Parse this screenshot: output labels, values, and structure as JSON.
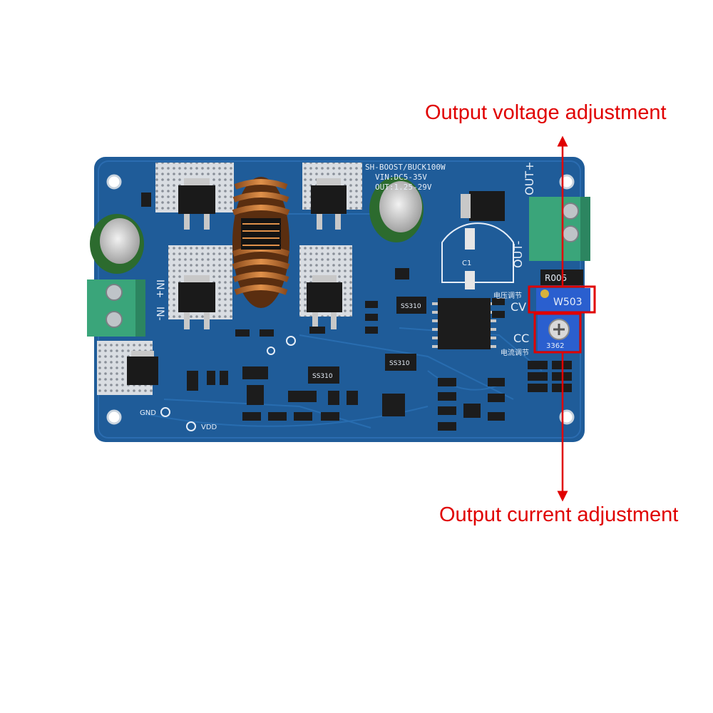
{
  "annotations": {
    "voltage_label": "Output voltage adjustment",
    "current_label": "Output current adjustment",
    "color": "#e00000"
  },
  "board": {
    "model": "SH-BOOST/BUCK100W",
    "vin": "VIN:DC5-35V",
    "vout": "OUT:1.25-29V",
    "in_plus": "IN+",
    "in_minus": "IN-",
    "out_plus": "OUT+",
    "out_minus": "OUT-",
    "cv": "CV",
    "cc": "CC",
    "cv_cn": "电压调节",
    "cc_cn": "电流调节",
    "pot_voltage": "W503",
    "pot_current": "3362",
    "shunt": "R005",
    "diode_1": "SS310",
    "diode_2": "SS310",
    "diode_3": "SS310",
    "cap_label": "C1",
    "gnd": "GND",
    "vdd": "VDD",
    "pcb_color": "#1f5c99",
    "terminal_color": "#3aa57a"
  }
}
